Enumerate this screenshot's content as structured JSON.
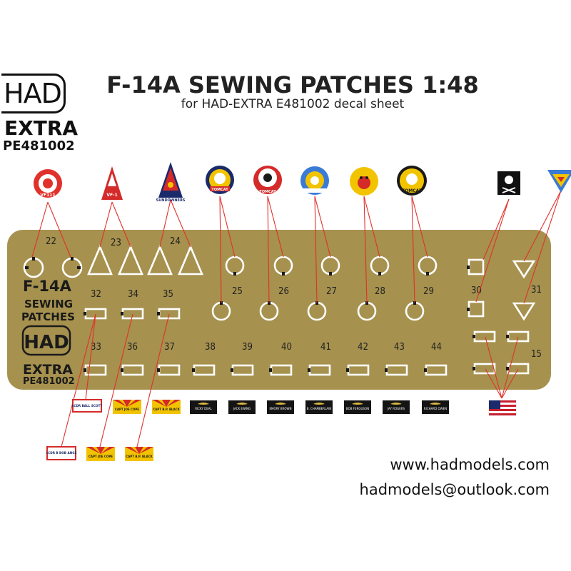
{
  "title": "F-14A SEWING PATCHES 1:48",
  "subtitle": "for HAD-EXTRA E481002 decal sheet",
  "brand": {
    "logo": "HAD",
    "line1": "EXTRA",
    "line2": "PE481002"
  },
  "fret": {
    "label_line1": "F-14A",
    "label_line2": "SEWING",
    "label_line3": "PATCHES",
    "logo": "HAD",
    "brand1": "EXTRA",
    "brand2": "PE481002",
    "numbers": [
      "22",
      "23",
      "24",
      "25",
      "26",
      "27",
      "28",
      "29",
      "30",
      "31",
      "32",
      "33",
      "34",
      "35",
      "36",
      "37",
      "38",
      "39",
      "40",
      "41",
      "42",
      "43",
      "44",
      "15"
    ]
  },
  "patches": {
    "top": [
      "VF-1",
      "SUNDOWNERS",
      "TOMCAT",
      "TOMCAT",
      "TOMCAT"
    ],
    "names": [
      "LCDR BALL SCOTT",
      "LCDR B BOB ANGE",
      "CAPT JOE COPE",
      "CAPT B.P. BLACK",
      "CAPT JOE COPE",
      "CAPT B.P. BLACK"
    ],
    "name_tags": [
      "RICKY DEAL",
      "JACK EWING",
      "EMORY BROWN",
      "B. CHAMBERLAIN",
      "BOB FERGUSON",
      "JAY ROGERS",
      "RICHARD OWEN"
    ]
  },
  "contacts": {
    "web": "www.hadmodels.com",
    "email": "hadmodels@outlook.com"
  },
  "colors": {
    "fret": "#a6914e",
    "leader": "#e0312b",
    "cutout": "#ffffff",
    "accent_red": "#d42a2a",
    "navy": "#1b2a6b",
    "yellow": "#f2c400"
  }
}
